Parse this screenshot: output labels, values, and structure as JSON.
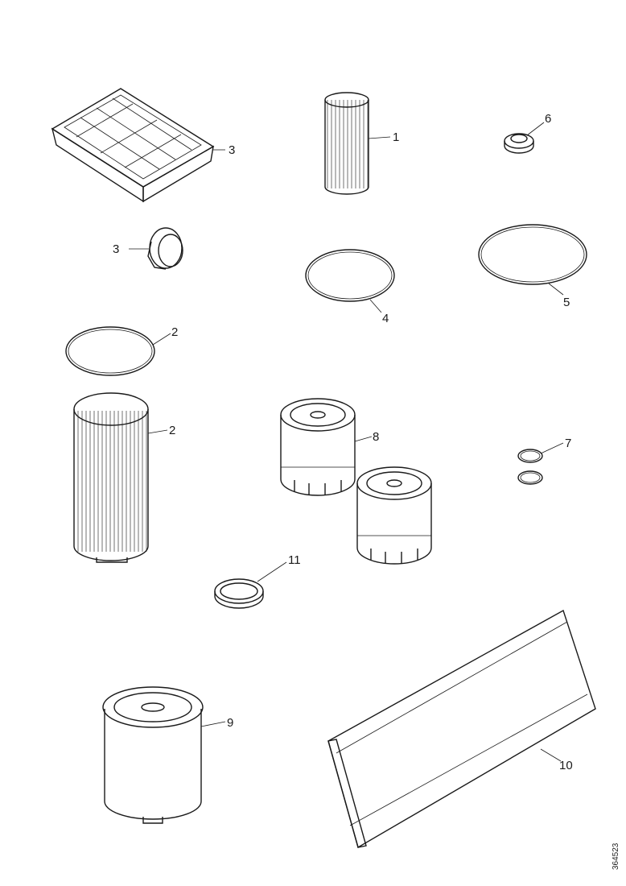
{
  "callouts": {
    "c1": "1",
    "c2a": "2",
    "c2b": "2",
    "c3a": "3",
    "c3b": "3",
    "c4": "4",
    "c5": "5",
    "c6": "6",
    "c7": "7",
    "c8": "8",
    "c9": "9",
    "c10": "10",
    "c11": "11"
  },
  "drawing_code": "364523"
}
